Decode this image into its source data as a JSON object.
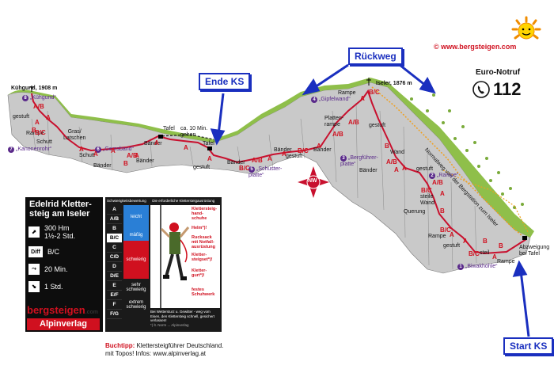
{
  "branding": {
    "copyright": "©  www.bergsteigen.com",
    "logo_bergsteigen": "bergsteigen",
    "logo_bergsteigen_com": ".com",
    "logo_alpinverlag": "Alpinverlag"
  },
  "emergency": {
    "title": "Euro-Notruf",
    "number": "112",
    "icon": "phone-icon"
  },
  "callouts": {
    "rueckweg": "Rückweg",
    "ende_ks": "Ende KS",
    "start_ks": "Start KS"
  },
  "compass": {
    "label": "NW"
  },
  "peaks": {
    "kuehgund": "Kühgund, 1908 m",
    "iseler": "Iseler, 1876 m"
  },
  "labels": {
    "gestuft_1": "gestuft",
    "rampe_1": "Rampe",
    "schutt_1": "Schutt",
    "gras_latschen": "Gras/\nLatschen",
    "schutt_2": "Schutt",
    "baender_1": "Bänder",
    "baender_2": "Bänder",
    "baender_3": "Bänder",
    "tafel_1": "Tafel",
    "ca_10_min": "ca. 10 Min.\ngehen",
    "tafel_2": "Tafel",
    "gestuft_2": "gestuft",
    "baender_4": "Bänder",
    "baender_5": "Bänder",
    "gestuft_3": "gestuft",
    "baender_6": "Bänder",
    "platten_rampe": "Platten-\nrampe",
    "rampe_2": "Rampe",
    "gestuft_4": "gestuft",
    "wand": "Wand",
    "baender_7": "Bänder",
    "gestuft_5": "gestuft",
    "steile_wand": "steile\nWand",
    "querung": "Querung",
    "rampe_3": "Rampe",
    "gestuft_6": "gestuft",
    "steil": "steil",
    "rampe_4": "Rampe",
    "abzweigung": "Abzweigung\nbei Tafel",
    "normalweg": "Normalweg von der Bergstation zum Iseler"
  },
  "pois": [
    {
      "n": "8",
      "label": "„Kühgund“"
    },
    {
      "n": "7",
      "label": "„Kanonenrohr“"
    },
    {
      "n": "6",
      "label": "„Gemsband“"
    },
    {
      "n": "5",
      "label": "„Schuster-\nplatte“"
    },
    {
      "n": "4",
      "label": "„Gipfelwand“"
    },
    {
      "n": "3",
      "label": "„Bergführer-\nplatte“"
    },
    {
      "n": "2",
      "label": "„Rampe“"
    },
    {
      "n": "1",
      "label": "„Biwakhöhle“"
    }
  ],
  "grades": [
    "A/B",
    "A",
    "B",
    "A",
    "B/C",
    "A",
    "A",
    "A",
    "A/B",
    "B",
    "A",
    "A",
    "A",
    "A",
    "B/C",
    "A/B",
    "A",
    "A",
    "B/C",
    "A",
    "A/B",
    "A/B",
    "A",
    "B/C",
    "B",
    "A/B",
    "A",
    "A",
    "B/C",
    "A/B",
    "A",
    "B",
    "B/C",
    "A",
    "A",
    "B/C",
    "B",
    "A",
    "B"
  ],
  "info_card": {
    "title": "Edelrid Kletter-\nsteig am Iseler",
    "rows": [
      {
        "icon": "ascent-icon",
        "text": "300 Hm\n1½-2 Std."
      },
      {
        "icon": "Diff",
        "text": "B/C"
      },
      {
        "icon": "approach-icon",
        "text": "20 Min."
      },
      {
        "icon": "descent-icon",
        "text": "1 Std."
      }
    ]
  },
  "scale": {
    "header_left": "Schwierigkeitsbewertung",
    "header_right": "Die erforderliche Klettersteigausrüstung",
    "grades": [
      "A",
      "A/B",
      "B",
      "B/C",
      "C",
      "C/D",
      "D",
      "D/E",
      "E",
      "E/F",
      "F",
      "F/G"
    ],
    "bands": [
      {
        "label": "leicht",
        "color": "#2a7fd6"
      },
      {
        "label": "mäßig",
        "color": "#2a7fd6"
      },
      {
        "label": "schwierig",
        "color": "#d0101f"
      },
      {
        "label": "sehr\nschwierig",
        "color": "#1a1a1a"
      },
      {
        "label": "extrem\nschwierig",
        "color": "#1a1a1a"
      }
    ],
    "equipment": [
      "Klettersteig-\nhand-\nschuhe",
      "Helm*)!",
      "Rucksack\nmit Notfall-\nausrüstung",
      "Kletter-\nsteigset*)!",
      "Kletter-\ngurt*)!",
      "festes\nSchuhwerk"
    ],
    "footer": "Bei Wettersturz u. Gewitter - weg vom Eisen, den Klettersteig schnell, gesichert verlassen!",
    "footer_small": "*) lt. Norm ... Alpinverlag"
  },
  "buchtipp": {
    "label": "Buchtipp:",
    "text": " Klettersteigführer Deutschland.",
    "line2": "mit Topos! Infos: www.alpinverlag.at"
  },
  "colors": {
    "route": "#c8102e",
    "callout": "#1a2fbf",
    "grass": "#8fbf4a",
    "rock": "#b8b8b8",
    "normalweg": "#f0a020"
  }
}
